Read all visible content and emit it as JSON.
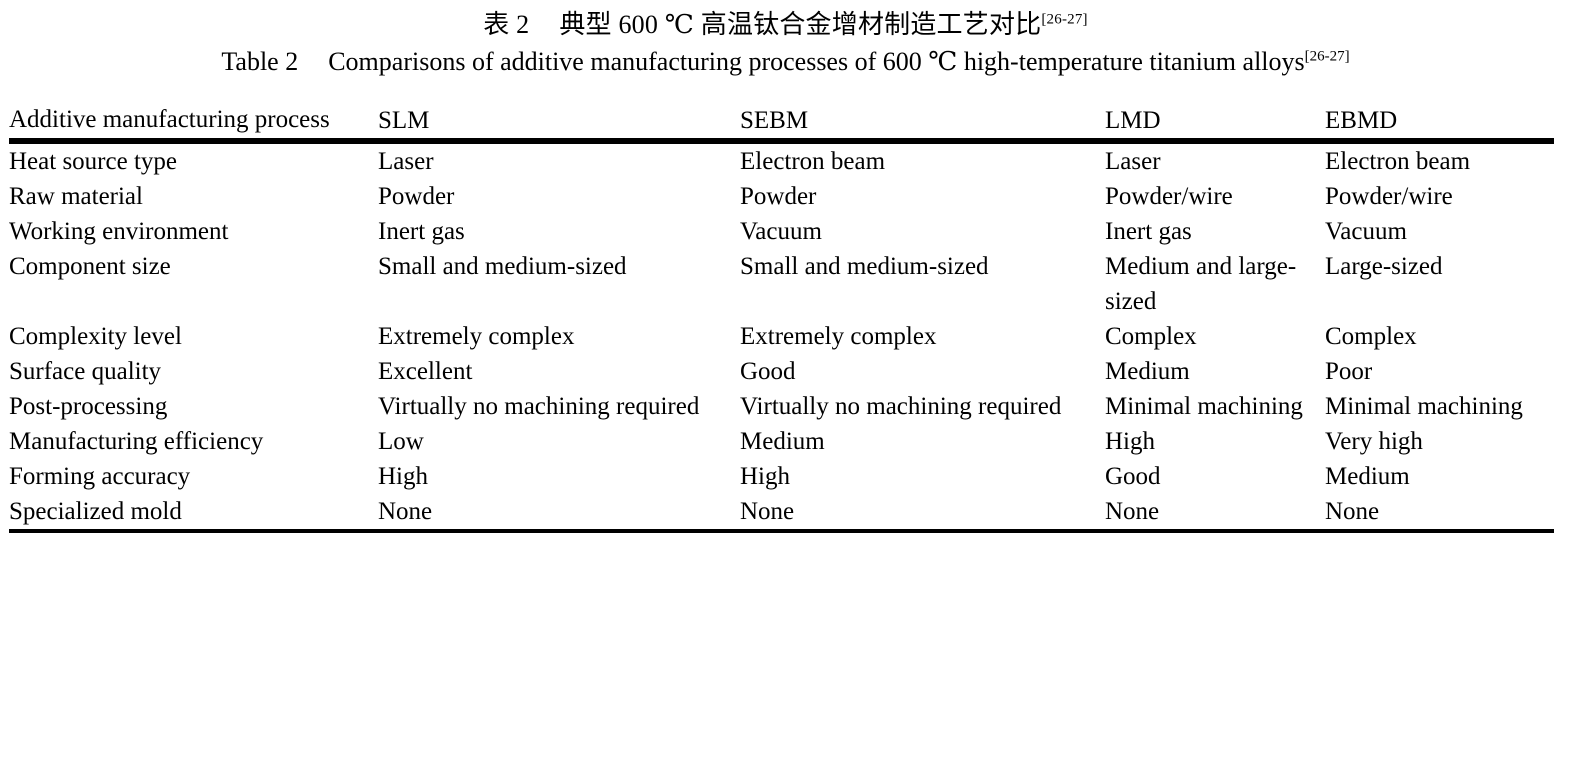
{
  "caption": {
    "chinese": {
      "label": "表 2",
      "text": "典型 600 ℃ 高温钛合金增材制造工艺对比",
      "reference": "[26-27]"
    },
    "english": {
      "label": "Table 2",
      "text": "Comparisons of additive manufacturing processes of 600 ℃ high-temperature titanium alloys",
      "reference": "[26-27]"
    }
  },
  "table": {
    "headers": [
      "Additive manufacturing process",
      "SLM",
      "SEBM",
      "LMD",
      "EBMD"
    ],
    "rows": [
      {
        "property": "Heat source type",
        "slm": "Laser",
        "sebm": "Electron beam",
        "lmd": "Laser",
        "ebmd": "Electron beam"
      },
      {
        "property": "Raw material",
        "slm": "Powder",
        "sebm": "Powder",
        "lmd": "Powder/wire",
        "ebmd": "Powder/wire"
      },
      {
        "property": "Working environment",
        "slm": "Inert gas",
        "sebm": "Vacuum",
        "lmd": "Inert gas",
        "ebmd": "Vacuum"
      },
      {
        "property": "Component size",
        "slm": "Small and medium-sized",
        "sebm": "Small and medium-sized",
        "lmd": "Medium and large-sized",
        "ebmd": "Large-sized"
      },
      {
        "property": "Complexity level",
        "slm": "Extremely complex",
        "sebm": "Extremely complex",
        "lmd": "Complex",
        "ebmd": "Complex"
      },
      {
        "property": "Surface quality",
        "slm": "Excellent",
        "sebm": "Good",
        "lmd": "Medium",
        "ebmd": "Poor"
      },
      {
        "property": "Post-processing",
        "slm": "Virtually no machining required",
        "sebm": "Virtually no machining required",
        "lmd": "Minimal machining",
        "ebmd": "Minimal machining"
      },
      {
        "property": "Manufacturing efficiency",
        "slm": "Low",
        "sebm": "Medium",
        "lmd": "High",
        "ebmd": "Very high"
      },
      {
        "property": "Forming accuracy",
        "slm": "High",
        "sebm": "High",
        "lmd": "Good",
        "ebmd": "Medium"
      },
      {
        "property": "Specialized mold",
        "slm": "None",
        "sebm": "None",
        "lmd": "None",
        "ebmd": "None"
      }
    ]
  }
}
